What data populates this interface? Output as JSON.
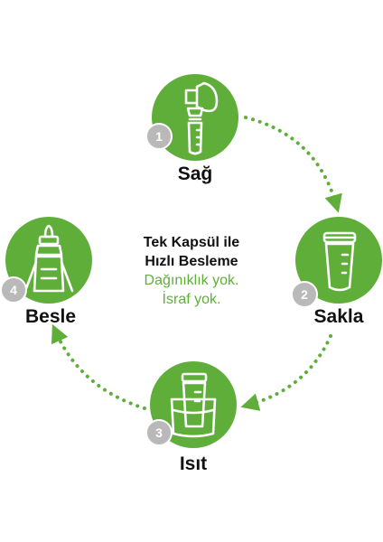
{
  "colors": {
    "green": "#5fae3a",
    "badge": "#b9b9b9",
    "arrow": "#5fae3a",
    "text": "#111111"
  },
  "center": {
    "line1": "Tek Kapsül ile",
    "line2": "Hızlı Besleme",
    "line3": "Dağınıklık yok.",
    "line4": "İsraf yok."
  },
  "steps": [
    {
      "number": "1",
      "label": "Sağ",
      "icon": "breast-pump-icon"
    },
    {
      "number": "2",
      "label": "Sakla",
      "icon": "storage-capsule-icon"
    },
    {
      "number": "3",
      "label": "Isıt",
      "icon": "warming-cup-icon"
    },
    {
      "number": "4",
      "label": "Besle",
      "icon": "feeding-bottle-icon"
    }
  ]
}
